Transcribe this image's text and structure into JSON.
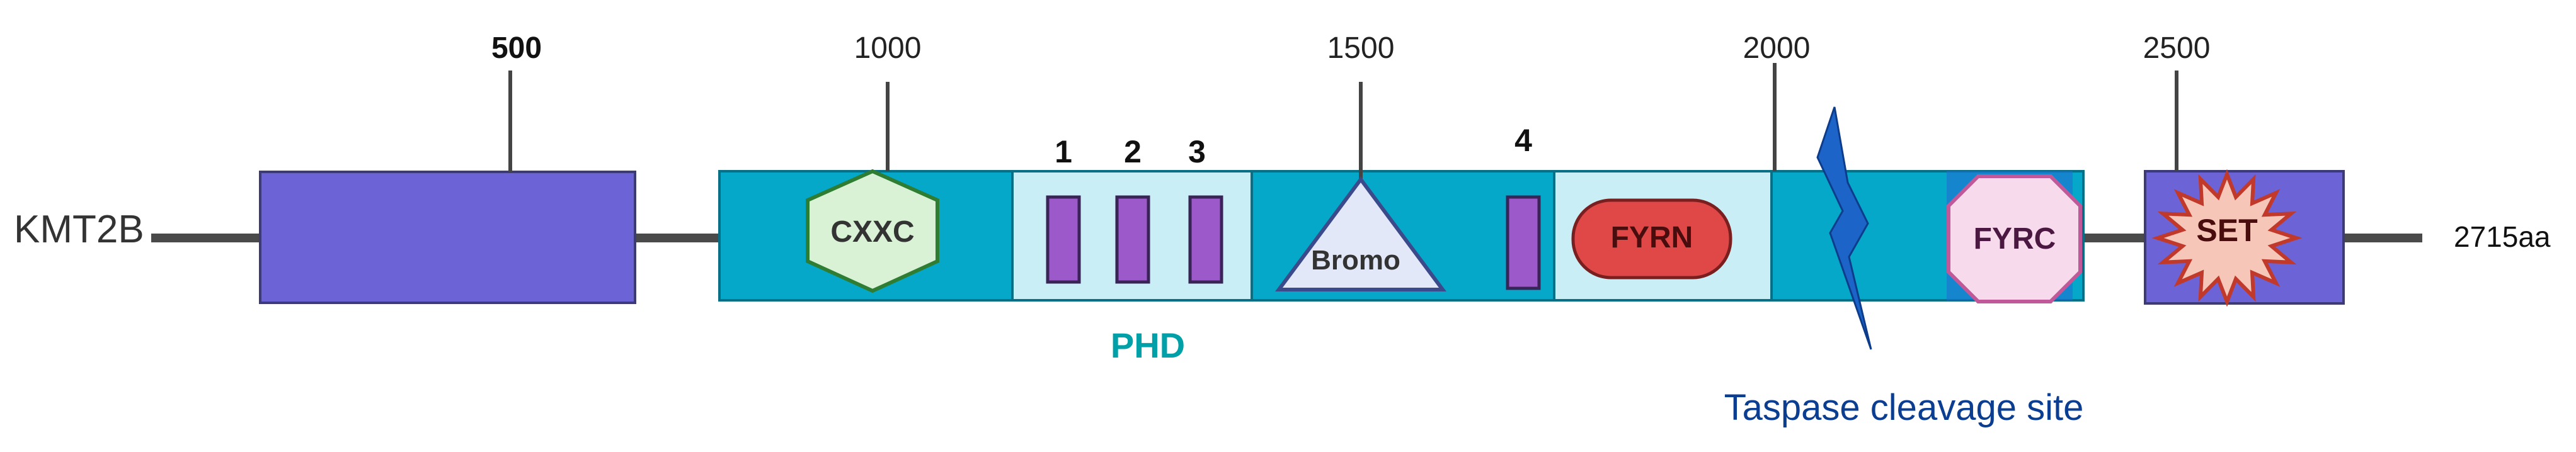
{
  "protein": {
    "name": "KMT2B",
    "length_label": "2715aa"
  },
  "scale": {
    "ticks": [
      {
        "label": "500",
        "bold": true
      },
      {
        "label": "1000",
        "bold": false
      },
      {
        "label": "1500",
        "bold": false
      },
      {
        "label": "2000",
        "bold": false
      },
      {
        "label": "2500",
        "bold": false
      }
    ]
  },
  "domains": {
    "cxxc": "CXXC",
    "phd_numbers": [
      "1",
      "2",
      "3"
    ],
    "phd4_number": "4",
    "phd_label": "PHD",
    "bromo": "Bromo",
    "fyrn": "FYRN",
    "fyrc": "FYRC",
    "set": "SET"
  },
  "annotations": {
    "taspase": "Taspase cleavage site"
  },
  "colors": {
    "backbone": "#4a4a4a",
    "n_terminal_block": "#6c63d6",
    "teal_block": "#05a8c8",
    "light_cyan": "#c9eef6",
    "phd_fingers": "#9b59c9",
    "cxxc_fill": "#d9f2d6",
    "cxxc_stroke": "#2e7d32",
    "bromo_fill": "#e3e8f8",
    "fyrn_fill": "#e04848",
    "fyrc_fill": "#f7dbec",
    "fyrc_stroke": "#c0589a",
    "set_block": "#6c63d6",
    "set_star_fill": "#f6c6b8",
    "set_star_stroke": "#c0392b",
    "phd_label_color": "#00a0a8",
    "taspase_color": "#0b3d91",
    "lightning": "#1c64c8"
  }
}
